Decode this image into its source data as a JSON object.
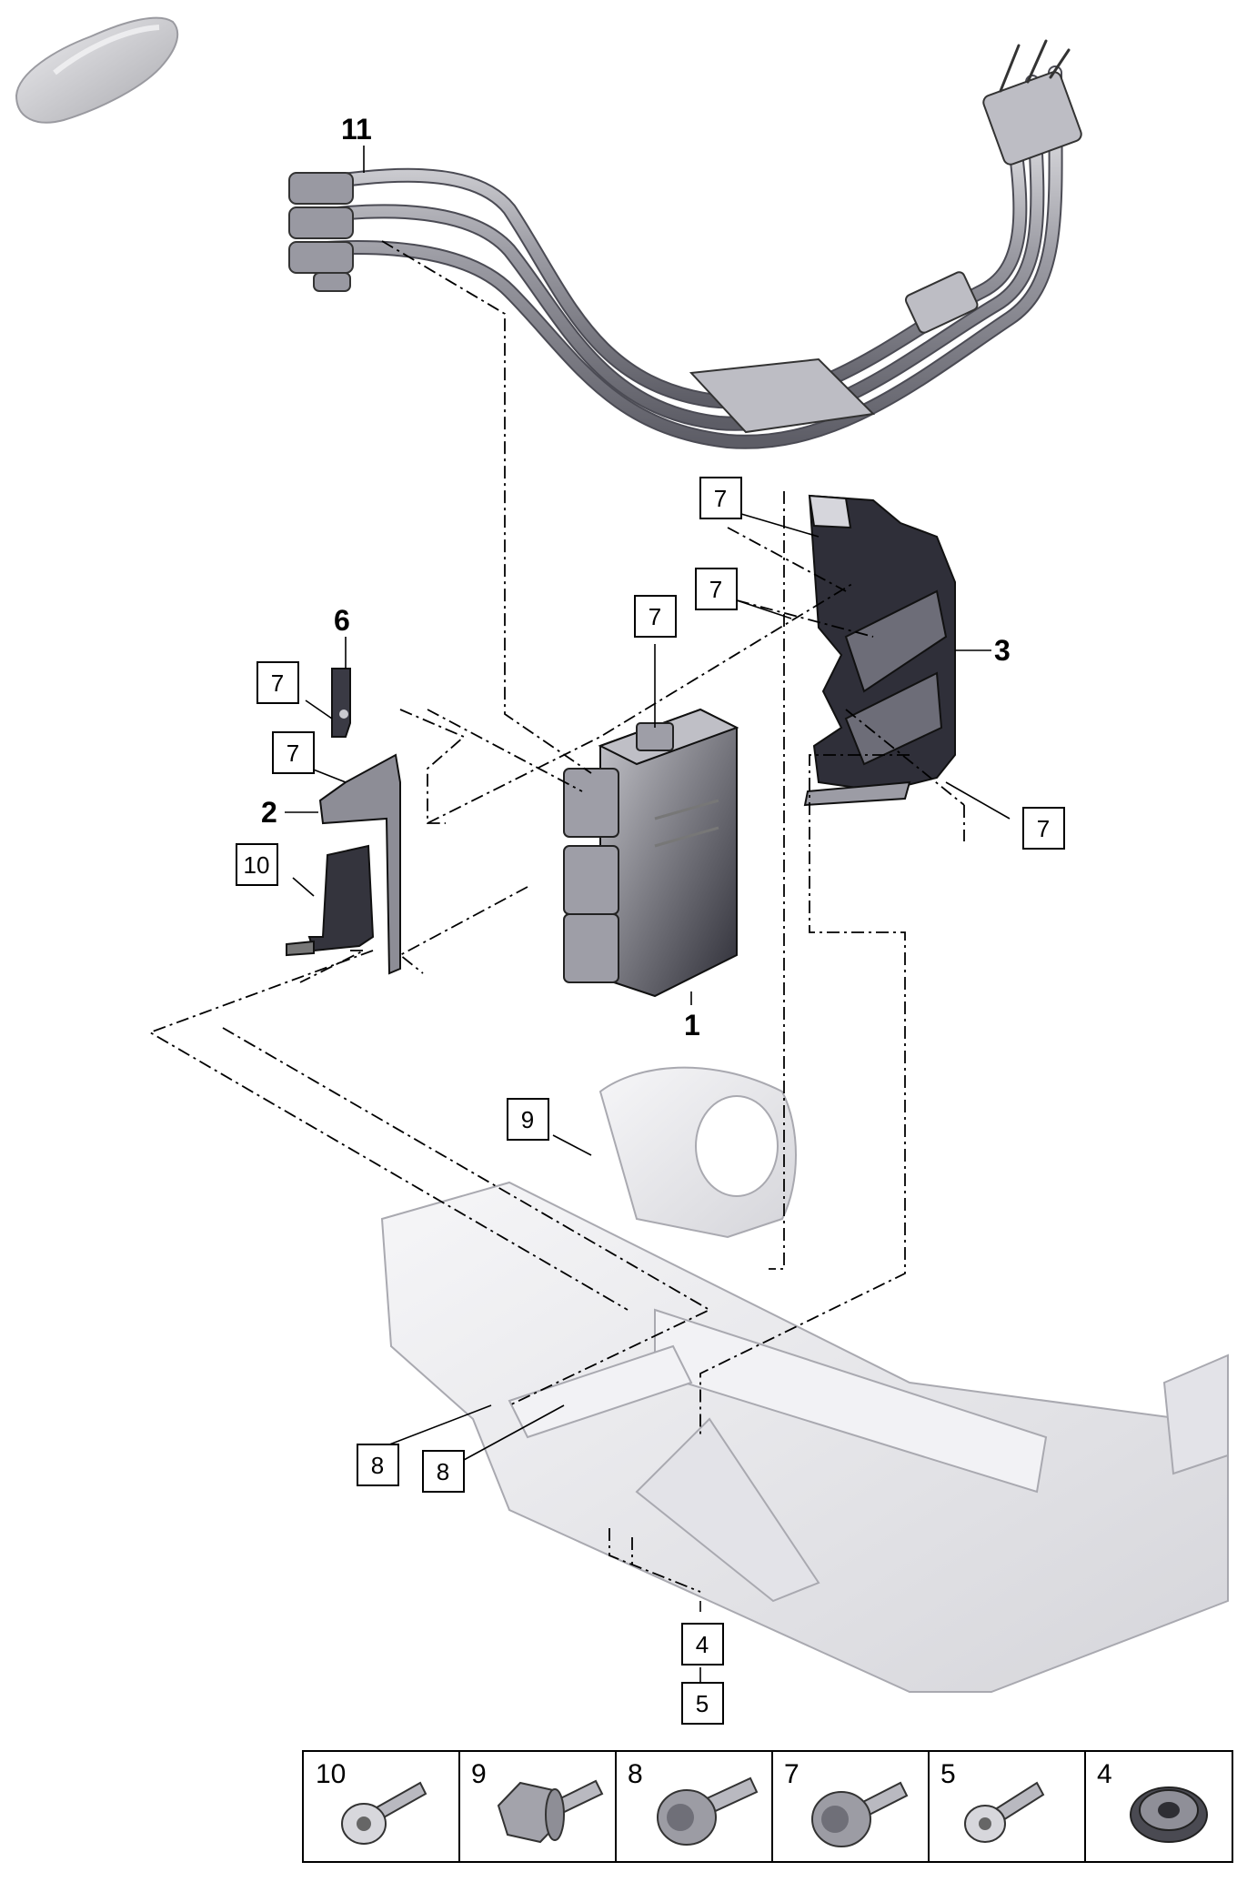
{
  "diagram": {
    "bold_callouts": [
      "11",
      "6",
      "2",
      "3",
      "1"
    ],
    "boxed_callouts": [
      "7",
      "7",
      "7",
      "7",
      "7",
      "7",
      "10",
      "9",
      "8",
      "8",
      "4",
      "5"
    ],
    "legend": [
      {
        "number": "10",
        "icon": "pan-head-torx-bolt-icon"
      },
      {
        "number": "9",
        "icon": "hex-flange-bolt-icon"
      },
      {
        "number": "8",
        "icon": "spline-flange-bolt-icon"
      },
      {
        "number": "7",
        "icon": "spline-flange-screw-icon"
      },
      {
        "number": "5",
        "icon": "torx-screw-icon"
      },
      {
        "number": "4",
        "icon": "rubber-grommet-icon"
      }
    ],
    "colors": {
      "line": "#000000",
      "part_dark": "#3a3a44",
      "part_mid": "#8a8a92",
      "part_light": "#d9d9de",
      "frame": "#ececf0",
      "vehicle": "#c8c8cc"
    }
  }
}
